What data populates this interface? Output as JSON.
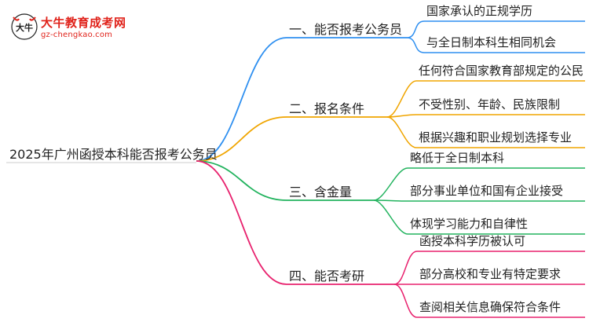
{
  "brand": {
    "name": "大牛教育成考网",
    "url": "gz-chengkao.com",
    "logo_icon": "bull-head-logo-icon",
    "logo_glyph": "大牛",
    "color": "#e0221a"
  },
  "mindmap": {
    "root": "2025年广州函授本科能否报考公务员",
    "branches": [
      {
        "label": "一、能否报考公务员",
        "color": "#2e8ff0",
        "children": [
          "国家承认的正规学历",
          "与全日制本科生相同机会"
        ]
      },
      {
        "label": "二、报名条件",
        "color": "#f0a500",
        "children": [
          "任何符合国家教育部规定的公民",
          "不受性别、年龄、民族限制",
          "根据兴趣和职业规划选择专业"
        ]
      },
      {
        "label": "三、含金量",
        "color": "#22b35e",
        "children": [
          "略低于全日制本科",
          "部分事业单位和国有企业接受",
          "体现学习能力和自律性"
        ]
      },
      {
        "label": "四、能否考研",
        "color": "#e8226e",
        "children": [
          "函授本科学历被认可",
          "部分高校和专业有特定要求",
          "查阅相关信息确保符合条件"
        ]
      }
    ]
  }
}
